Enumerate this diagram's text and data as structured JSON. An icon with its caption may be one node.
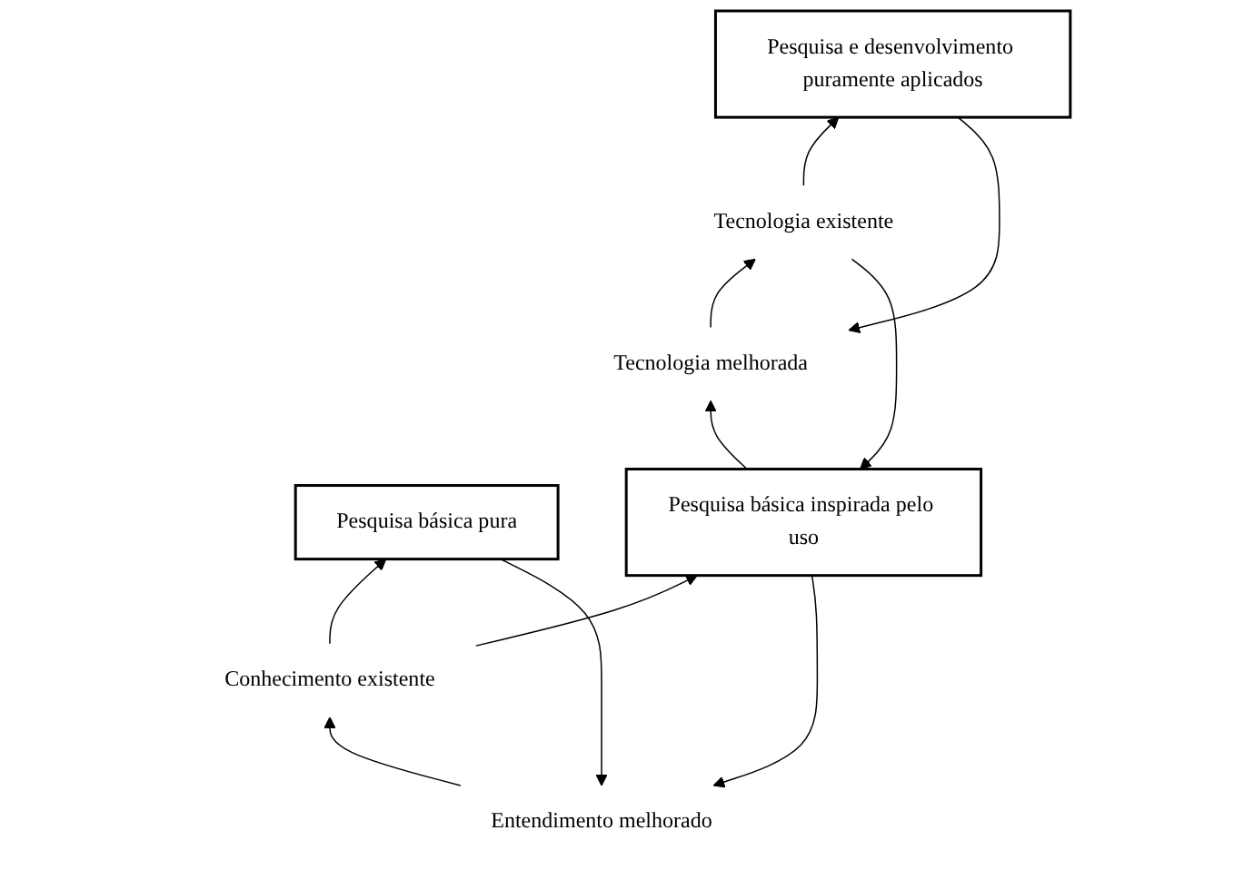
{
  "diagram": {
    "nodes": [
      {
        "text": [
          "Entendimento melhorado"
        ]
      },
      {
        "text": [
          "Tecnologia melhorada"
        ]
      },
      {
        "text": [
          "Pesquisa básica pura"
        ]
      },
      {
        "text": [
          "Pesquisa básica inspirada pelo uso"
        ]
      },
      {
        "text": [
          "Pesquisa e desenvolvimento puramente aplicados"
        ]
      },
      {
        "text": [
          "Conhecimento existente"
        ]
      },
      {
        "text": [
          "Tecnologia existente"
        ]
      }
    ],
    "edges": [
      {
        "from": 2,
        "to": 0,
        "arrow": "to"
      },
      {
        "from": 3,
        "to": 0,
        "arrow": "to"
      },
      {
        "from": 3,
        "to": 1,
        "arrow": "to"
      },
      {
        "from": 4,
        "to": 1,
        "arrow": "to"
      },
      {
        "from": 5,
        "to": 2,
        "arrow": "to"
      },
      {
        "from": 5,
        "to": 3,
        "arrow": "to"
      },
      {
        "from": 6,
        "to": 3,
        "arrow": "to"
      },
      {
        "from": 6,
        "to": 4,
        "arrow": "to"
      },
      {
        "from": 0,
        "to": 5,
        "arrow": "to"
      },
      {
        "from": 1,
        "to": 6,
        "arrow": "to"
      }
    ]
  }
}
